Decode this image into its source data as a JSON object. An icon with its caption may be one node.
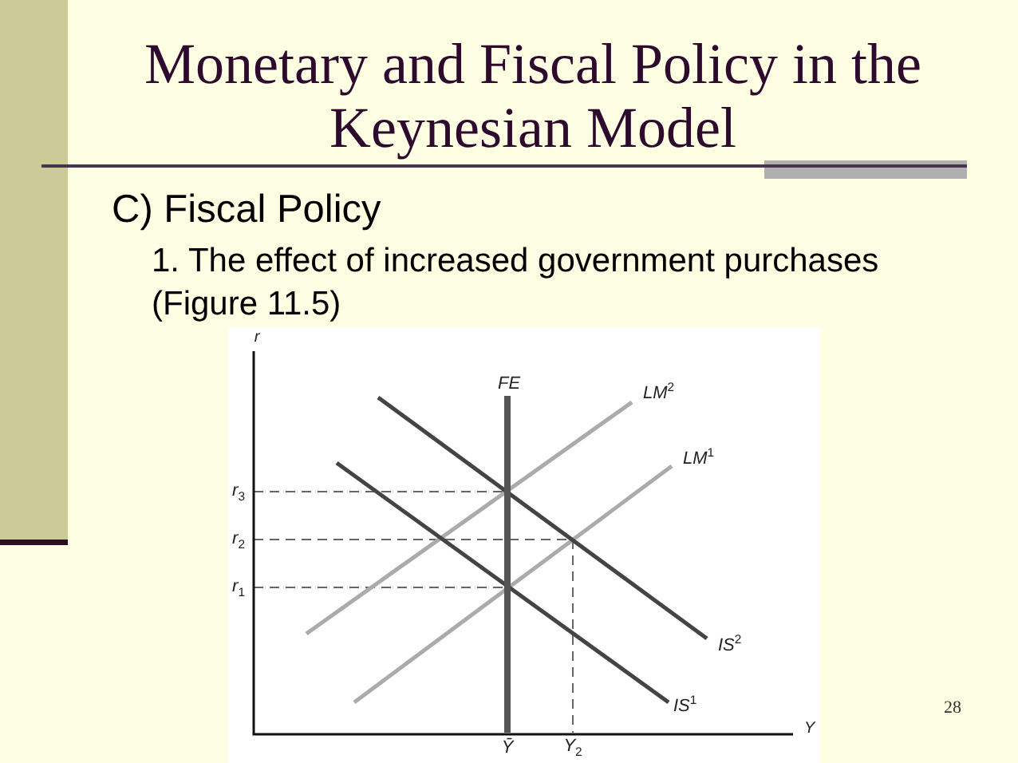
{
  "diagram": {
    "title": "Monetary and Fiscal Policy in the Keynesian Model",
    "labels": [
      "C) Fiscal Policy",
      "1. The effect of increased government purchases (Figure 11.5)",
      "r",
      "FE",
      "LM$^{2}$",
      "LM$^{1}$",
      "r$_{3}$",
      "r$_{2}$",
      "r$_{1}$",
      "IS$^{2}$",
      "IS$^{1}$",
      "Y",
      "Ȳ",
      "Y$_{2}$",
      "28"
    ]
  }
}
